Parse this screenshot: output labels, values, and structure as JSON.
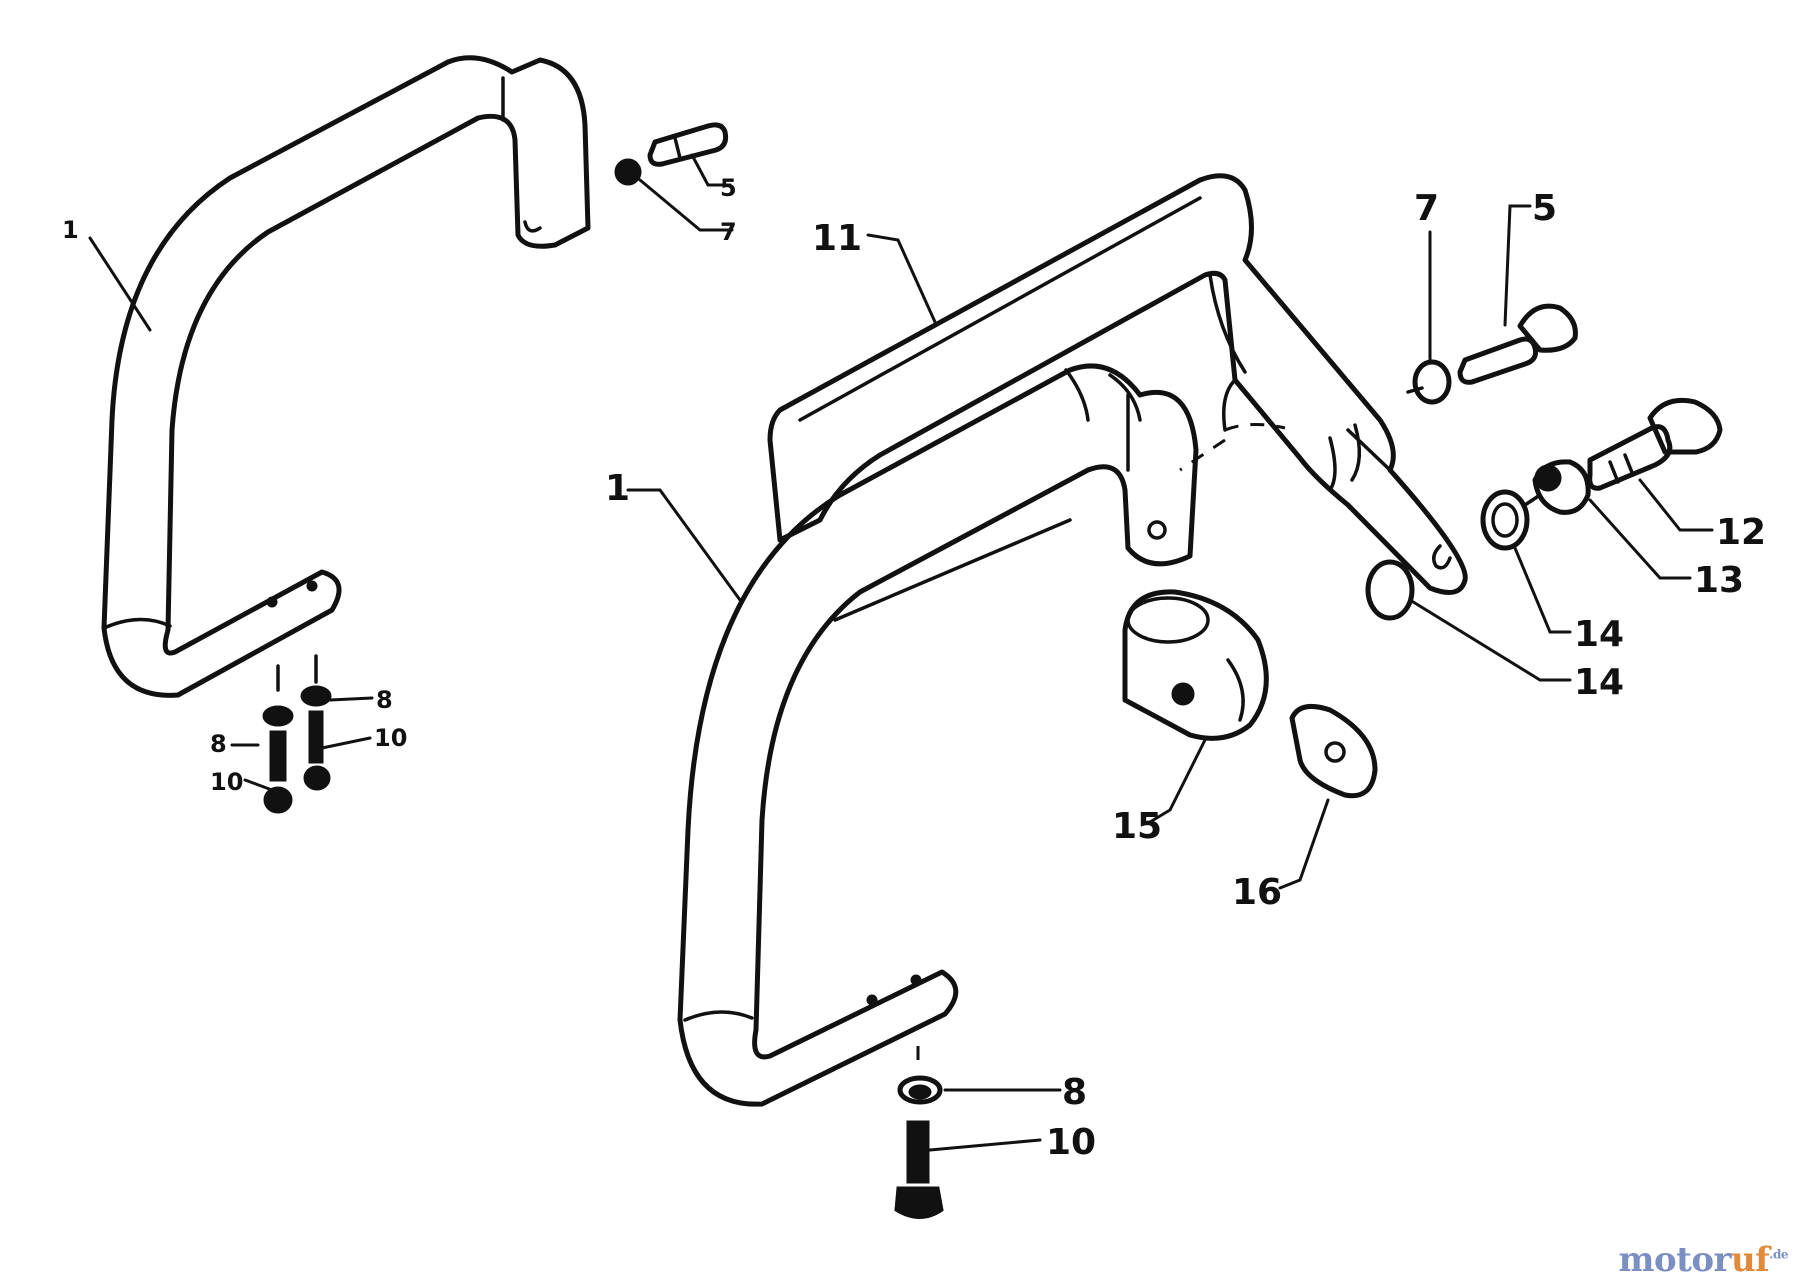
{
  "callouts_small": {
    "c1": "1",
    "c5": "5",
    "c7": "7",
    "c8a": "8",
    "c8b": "8",
    "c10a": "10",
    "c10b": "10"
  },
  "callouts_main": {
    "c1": "1",
    "c11": "11",
    "c7": "7",
    "c5": "5",
    "c12": "12",
    "c13": "13",
    "c14a": "14",
    "c14b": "14",
    "c15": "15",
    "c16": "16",
    "c8": "8",
    "c10": "10"
  },
  "watermark": {
    "main": "motor",
    "accent": "uf",
    "sup": ".de"
  }
}
